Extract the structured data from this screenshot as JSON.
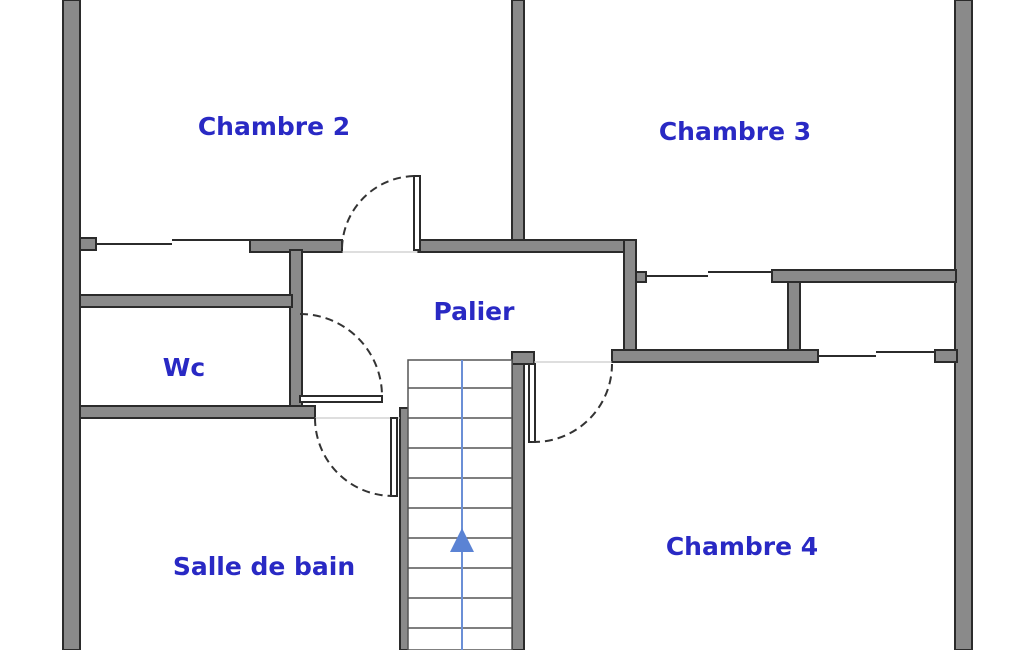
{
  "plan": {
    "rooms": {
      "chambre_2": "Chambre 2",
      "chambre_3": "Chambre 3",
      "palier": "Palier",
      "wc": "Wc",
      "salle_de_bain": "Salle de bain",
      "chambre_4": "Chambre 4"
    },
    "colors": {
      "wall_fill": "#8a8a8a",
      "wall_stroke": "#2b2b2b",
      "label": "#2929c4",
      "stair_arrow": "#6b8fd6",
      "door_swing": "#333333"
    }
  }
}
